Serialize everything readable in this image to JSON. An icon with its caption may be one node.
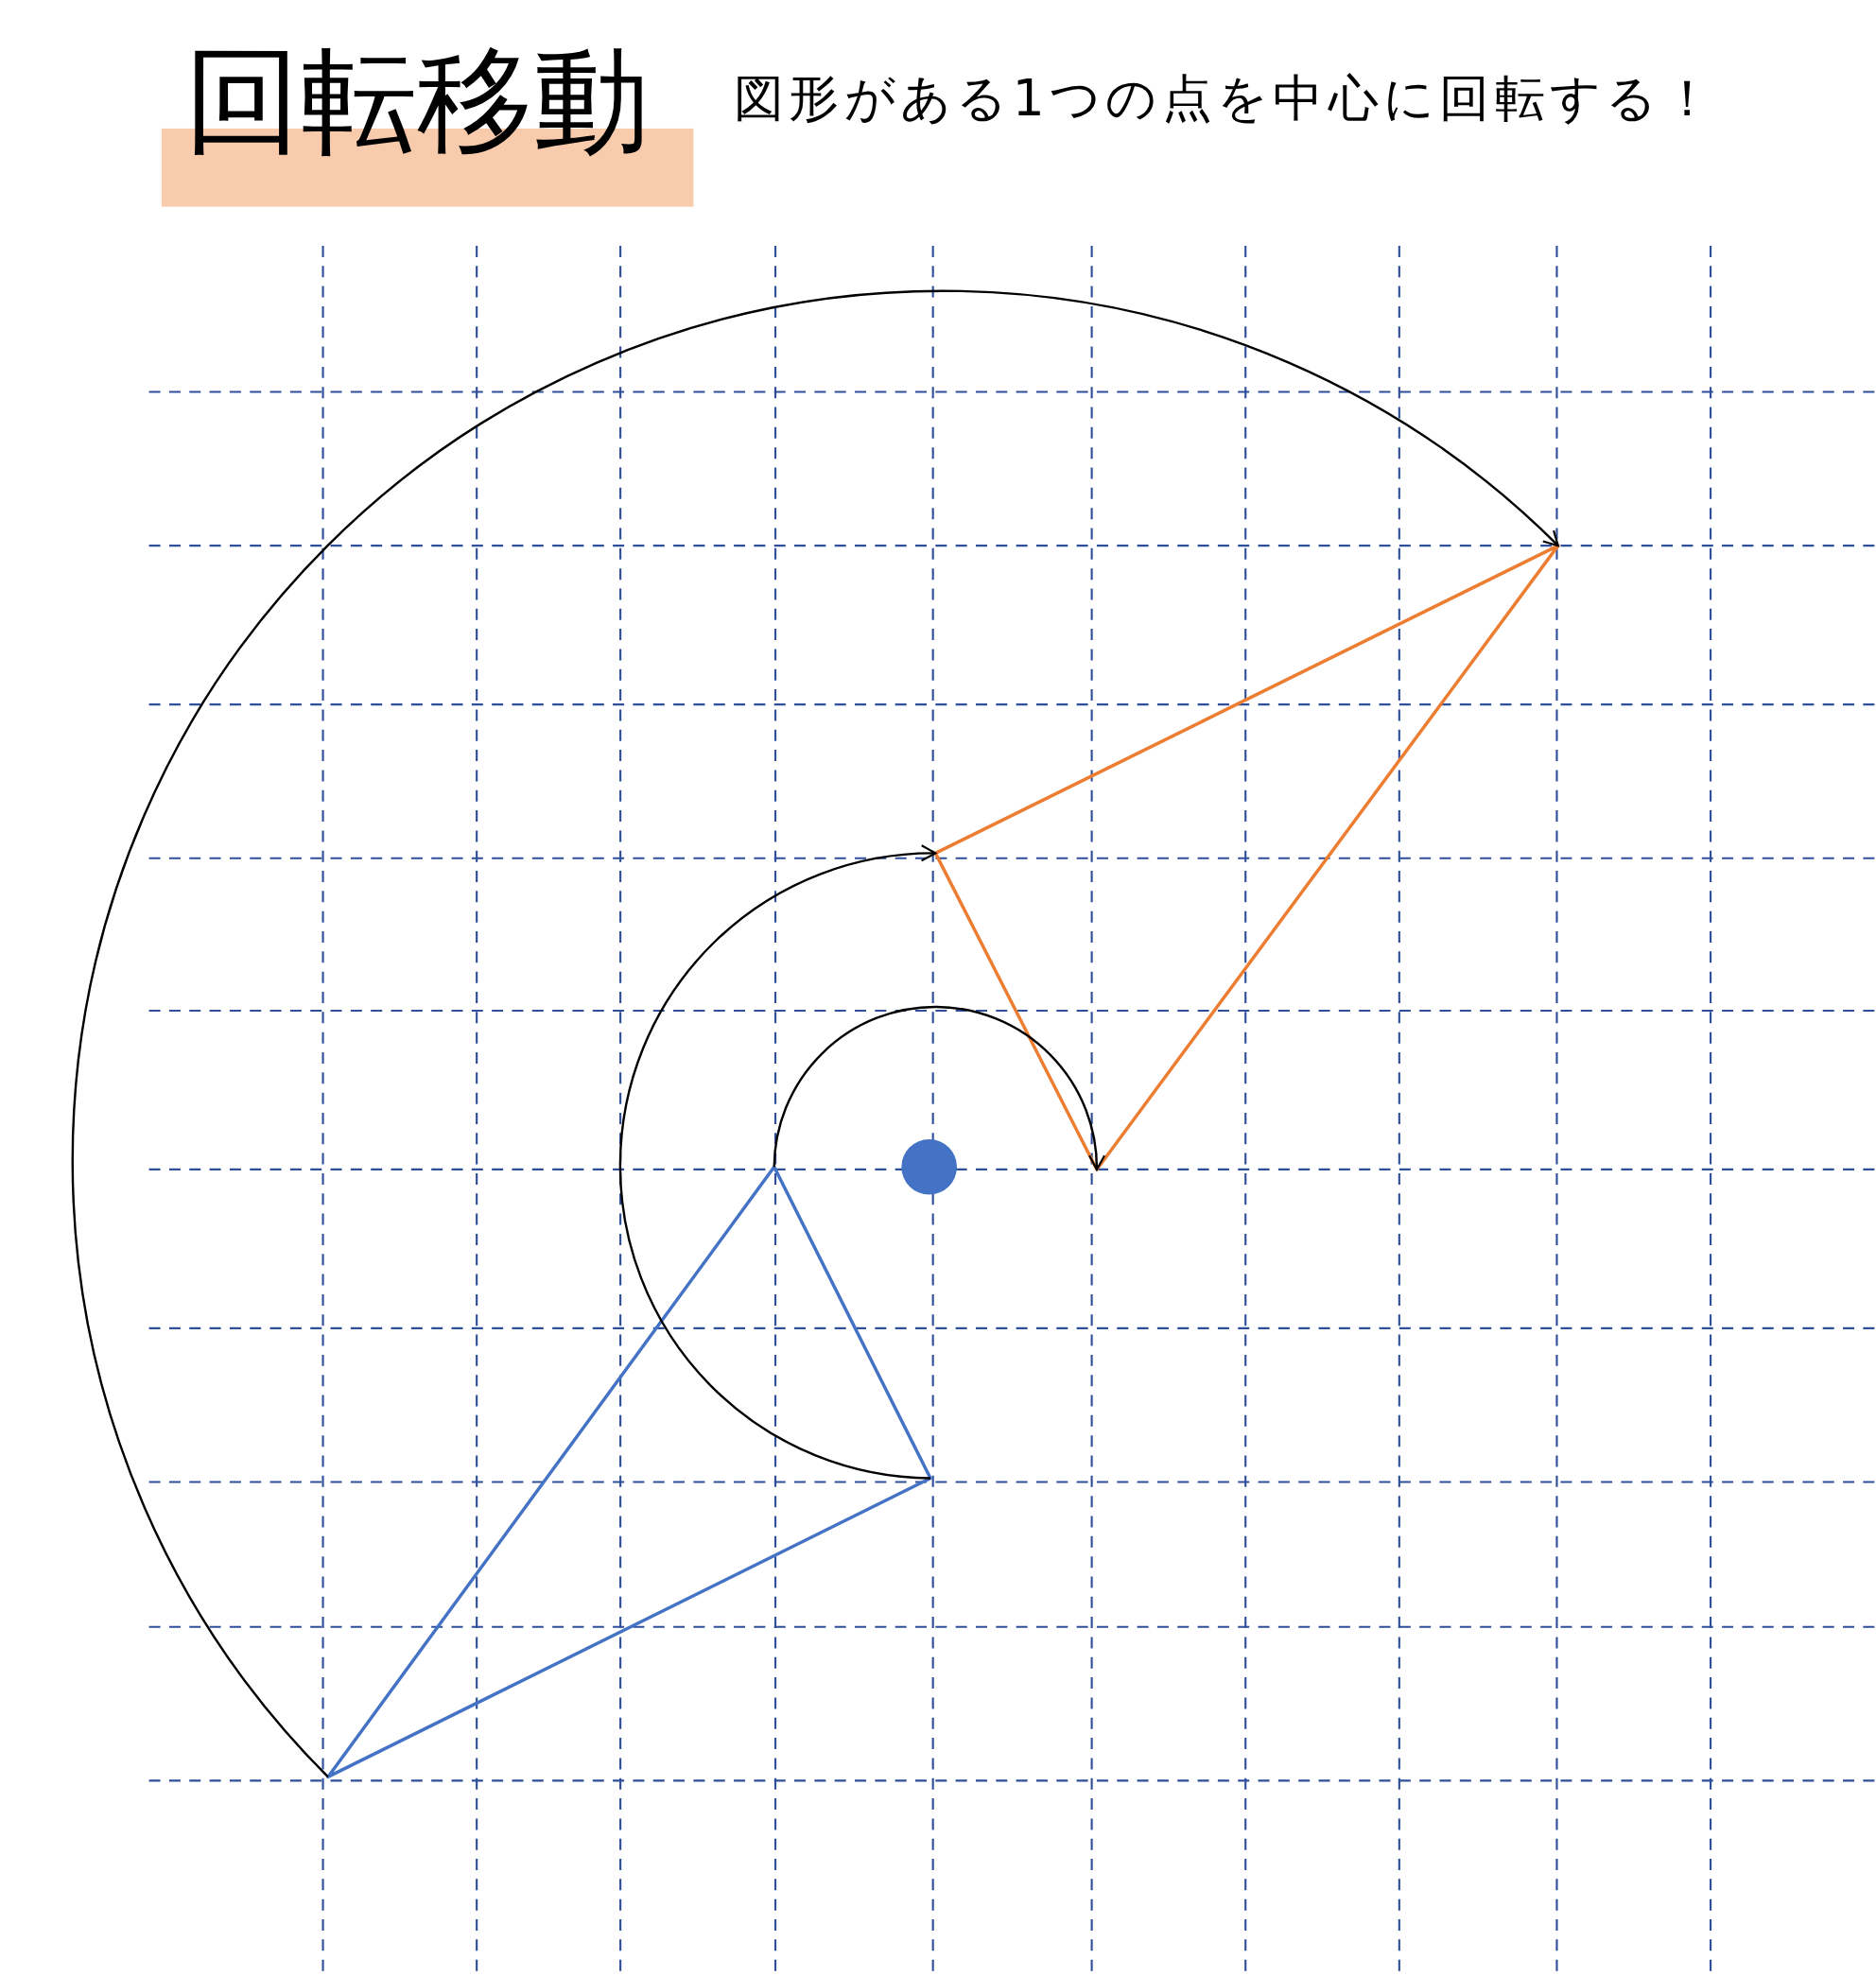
{
  "diagram": {
    "title": "回転移動",
    "nodes": [
      {
        "text": [],
        "shape": "triangle"
      },
      {
        "text": [],
        "shape": "circle"
      },
      {
        "text": [],
        "shape": "triangle"
      }
    ],
    "edges": [
      {
        "from": 2,
        "to": 0,
        "arrow": "to"
      },
      {
        "from": 2,
        "to": 0,
        "arrow": "to"
      },
      {
        "from": 2,
        "to": 0,
        "arrow": "to"
      }
    ],
    "labels": [
      "図形がある1つの点を中心に回転する！"
    ]
  }
}
